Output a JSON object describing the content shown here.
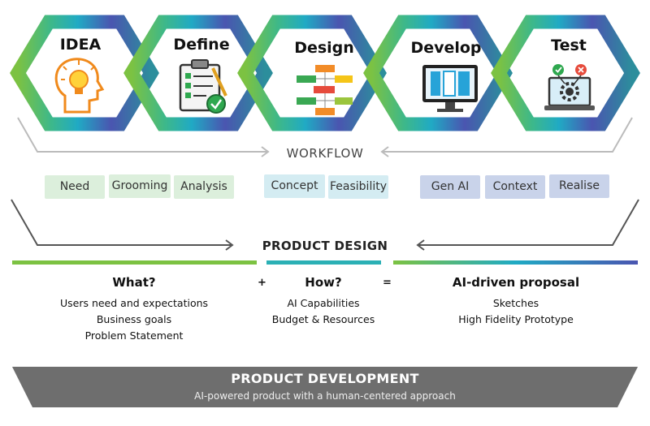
{
  "stages": [
    {
      "label": "IDEA",
      "icon": "head-lightbulb-icon",
      "color": "#6cc04a"
    },
    {
      "label": "Define",
      "icon": "clipboard-checklist-icon",
      "color": "#3fb87e"
    },
    {
      "label": "Design",
      "icon": "flowchart-icon",
      "color": "#23a9c0"
    },
    {
      "label": "Develop",
      "icon": "monitor-icon",
      "color": "#4b5ab4"
    },
    {
      "label": "Test",
      "icon": "laptop-gear-icon",
      "color": "#2d8fa0"
    }
  ],
  "workflow_label": "WORKFLOW",
  "chips": [
    {
      "label": "Need",
      "group": "g"
    },
    {
      "label": "Grooming",
      "group": "g"
    },
    {
      "label": "Analysis",
      "group": "g"
    },
    {
      "label": "Concept",
      "group": "b"
    },
    {
      "label": "Feasibility",
      "group": "b"
    },
    {
      "label": "Gen AI",
      "group": "p"
    },
    {
      "label": "Context",
      "group": "p"
    },
    {
      "label": "Realise",
      "group": "p"
    }
  ],
  "product_design_label": "PRODUCT DESIGN",
  "columns": [
    {
      "title": "What?",
      "items": [
        "Users need and expectations",
        "Business goals",
        "Problem Statement"
      ]
    },
    {
      "title": "How?",
      "items": [
        "AI Capabilities",
        "Budget & Resources"
      ]
    },
    {
      "title": "AI-driven proposal",
      "items": [
        "Sketches",
        "High Fidelity Prototype"
      ]
    }
  ],
  "operators": {
    "plus": "+",
    "equals": "="
  },
  "banner": {
    "title": "PRODUCT DEVELOPMENT",
    "subtitle": "AI-powered product with a human-centered approach"
  }
}
